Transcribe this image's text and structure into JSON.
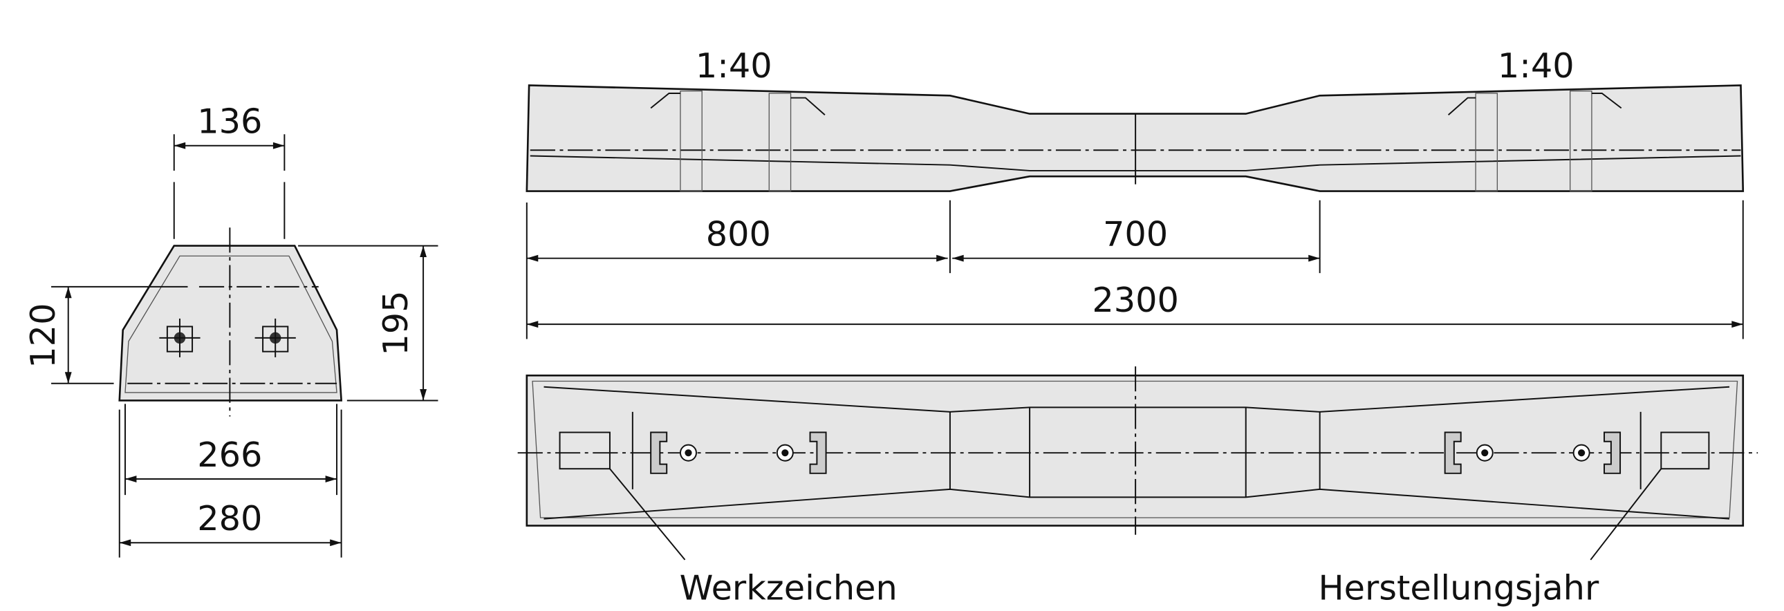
{
  "cross_section": {
    "dims": {
      "top_width": "136",
      "height": "195",
      "rail_seat_height": "120",
      "inner_base_width": "266",
      "base_width": "280"
    }
  },
  "side_view": {
    "inclination_left": "1:40",
    "inclination_right": "1:40",
    "dims": {
      "end_section": "800",
      "middle_section": "700",
      "total_length": "2300"
    }
  },
  "plan_view": {
    "label_left": "Werkzeichen",
    "label_right": "Herstellungsjahr"
  }
}
